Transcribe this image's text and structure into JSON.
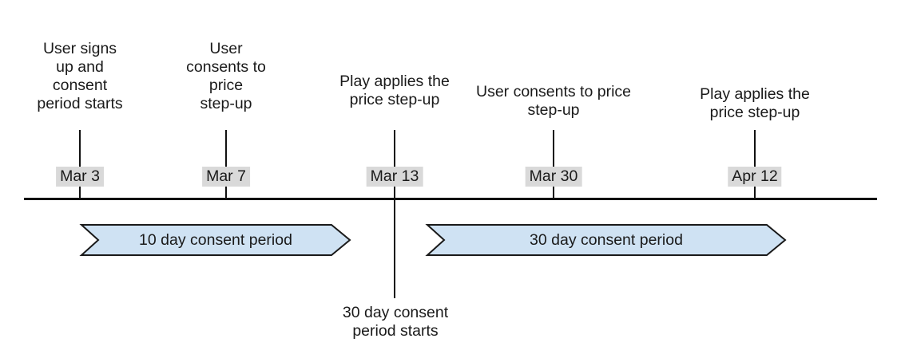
{
  "colors": {
    "background": "#ffffff",
    "text": "#1a1a1a",
    "line": "#111111",
    "date_bg": "#d9d9d9",
    "banner_fill": "#cfe2f3",
    "banner_border": "#1a1a1a"
  },
  "timeline": {
    "events": [
      {
        "label": "User signs\nup and\nconsent\nperiod starts",
        "date": "Mar 3"
      },
      {
        "label": "User\nconsents to\nprice\nstep-up",
        "date": "Mar 7"
      },
      {
        "label": "Play applies the\nprice step-up",
        "date": "Mar 13"
      },
      {
        "label": "User consents to price\nstep-up",
        "date": "Mar 30"
      },
      {
        "label": "Play applies the\nprice step-up",
        "date": "Apr 12"
      }
    ],
    "banners": [
      {
        "label": "10 day consent period"
      },
      {
        "label": "30 day consent period"
      }
    ],
    "below_axis_note": "30 day consent\nperiod starts"
  }
}
